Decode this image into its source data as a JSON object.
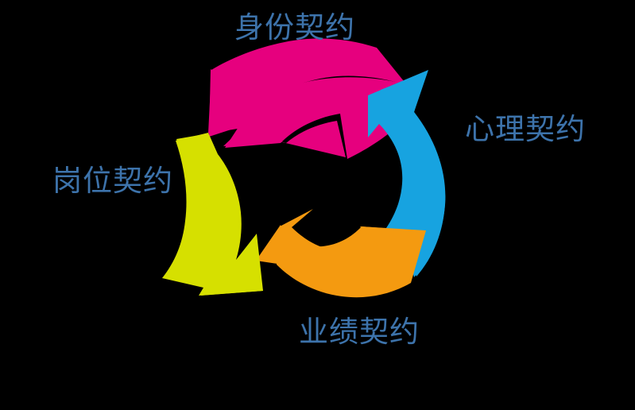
{
  "diagram": {
    "type": "cycle",
    "title": "",
    "background_color": "#000000",
    "label_color": "#3d73ab",
    "direction": "counter-clockwise",
    "segment_count": 4,
    "segments": [
      {
        "id": "identity-contract",
        "label": "身份契约",
        "position": "top",
        "color": "#e6007e",
        "color_name": "magenta",
        "arrow_from": "right",
        "arrow_to": "left"
      },
      {
        "id": "psychological-contract",
        "label": "心理契约",
        "position": "right",
        "color": "#17a3e0",
        "color_name": "blue",
        "arrow_from": "bottom",
        "arrow_to": "top"
      },
      {
        "id": "performance-contract",
        "label": "业绩契约",
        "position": "bottom",
        "color": "#f49a10",
        "color_name": "orange",
        "arrow_from": "left",
        "arrow_to": "right"
      },
      {
        "id": "position-contract",
        "label": "岗位契约",
        "position": "left",
        "color": "#d6e000",
        "color_name": "yellow-green",
        "arrow_from": "top",
        "arrow_to": "bottom"
      }
    ]
  }
}
